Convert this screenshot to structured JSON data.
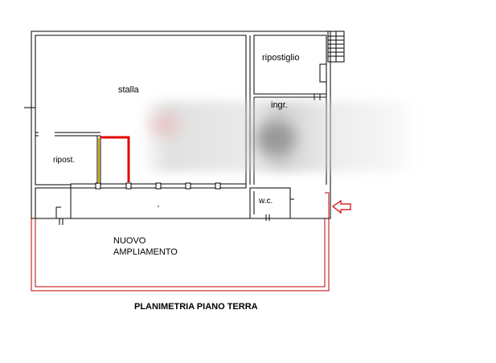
{
  "labels": {
    "stalla": "stalla",
    "ripostiglio": "ripostiglio",
    "ingresso": "ingr.",
    "ripost": "ripost.",
    "wc": "w.c.",
    "nuovo_line1": "NUOVO",
    "nuovo_line2": "AMPLIAMENTO",
    "title": "PLANIMETRIA PIANO TERRA"
  },
  "colors": {
    "wall": "#000000",
    "extension": "#c00000",
    "highlight": "#e00000",
    "arrow": "#d00000"
  },
  "icons": {
    "arrow": "left-arrow-icon",
    "stairs": "staircase-icon"
  }
}
